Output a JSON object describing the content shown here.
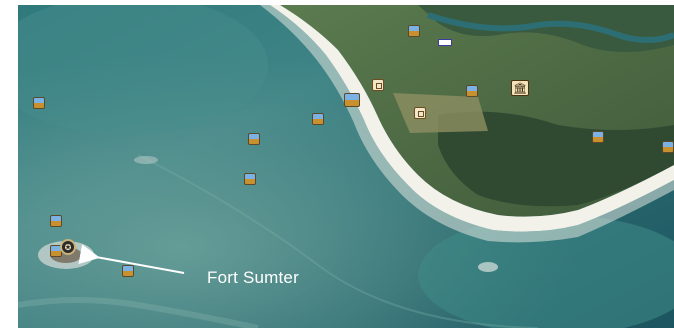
{
  "map": {
    "colors": {
      "shallow_water": "#5f968f",
      "deep_water": "#1e5f68",
      "beach": "#f2f1ea",
      "land_green": "#4d6b43",
      "land_dark": "#2f4832",
      "marsh": "#3e5a3c",
      "annotation": "#ffffff"
    },
    "markers": [
      {
        "name": "photo-marker",
        "type": "photo"
      },
      {
        "name": "photo-marker",
        "type": "photo"
      },
      {
        "name": "photo-marker",
        "type": "photo"
      },
      {
        "name": "photo-marker",
        "type": "photo"
      },
      {
        "name": "photo-marker",
        "type": "photo"
      },
      {
        "name": "photo-marker",
        "type": "photo"
      },
      {
        "name": "photo-marker",
        "type": "photo"
      },
      {
        "name": "photo-marker",
        "type": "photo"
      },
      {
        "name": "photo-marker",
        "type": "photo"
      },
      {
        "name": "photo-marker",
        "type": "photo"
      },
      {
        "name": "photo-marker",
        "type": "photo"
      },
      {
        "name": "landmark-marker",
        "type": "landmark"
      },
      {
        "name": "landmark-marker",
        "type": "landmark"
      },
      {
        "name": "museum-marker",
        "type": "museum",
        "icon": "museum-icon"
      },
      {
        "name": "fort-marker",
        "type": "fort",
        "icon": "fort-icon"
      },
      {
        "name": "road-sign-marker",
        "type": "sign"
      }
    ],
    "callout": {
      "label": "Fort Sumter"
    }
  }
}
